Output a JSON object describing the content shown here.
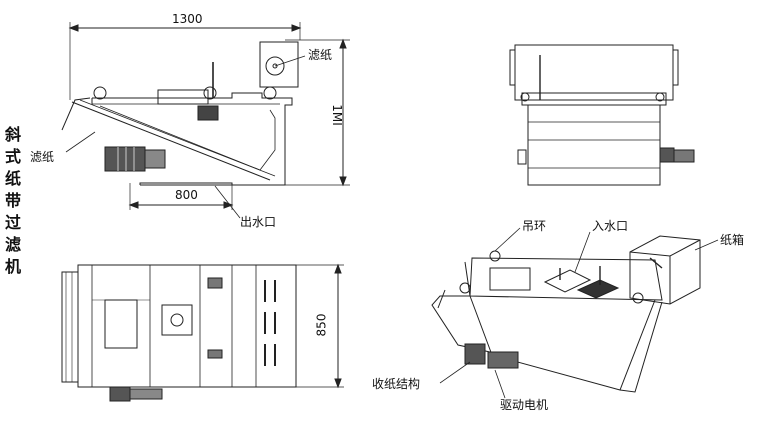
{
  "title_vertical": [
    "斜",
    "式",
    "纸",
    "带",
    "过",
    "滤",
    "机"
  ],
  "dimensions": {
    "length": "1300",
    "height": "1MI",
    "bottom_length": "800",
    "width": "850"
  },
  "side_view_labels": {
    "filter_paper_top": "滤纸",
    "filter_paper_left": "滤纸",
    "outlet": "出水口"
  },
  "isometric_labels": {
    "lifting_ring": "吊环",
    "inlet": "入水口",
    "paper_box": "纸箱",
    "paper_collector": "收纸结构",
    "drive_motor": "驱动电机"
  }
}
